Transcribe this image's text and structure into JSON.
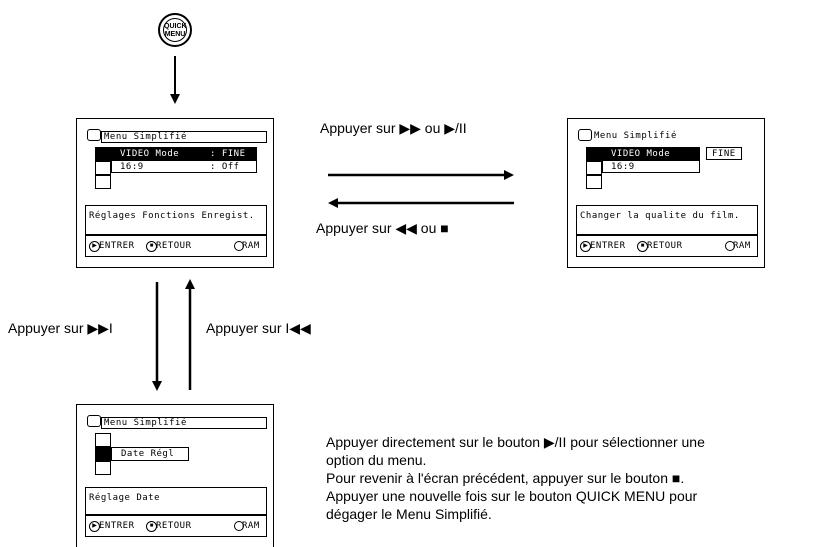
{
  "quick_menu_button": {
    "line1": "QUICK",
    "line2": "MENU"
  },
  "screens": {
    "left": {
      "title": "Menu Simplifié",
      "rows": [
        {
          "name": "VIDEO Mode",
          "value": ": FINE"
        },
        {
          "name": "16:9",
          "value": ": Off"
        }
      ],
      "message": "Réglages Fonctions Enregist.",
      "footer_enter": "ENTRER",
      "footer_back": "RETOUR",
      "footer_right": "RAM"
    },
    "right": {
      "title": "Menu Simplifié",
      "rows": [
        {
          "name": "VIDEO Mode",
          "value": "FINE"
        },
        {
          "name": "16:9",
          "value": ""
        }
      ],
      "message": "Changer la qualite du film.",
      "footer_enter": "ENTRER",
      "footer_back": "RETOUR",
      "footer_right": "RAM"
    },
    "bottom": {
      "title": "Menu Simplifié",
      "rows": [
        {
          "name": "Date Régl",
          "value": ""
        }
      ],
      "message": "Réglage Date",
      "footer_enter": "ENTRER",
      "footer_back": "RETOUR",
      "footer_right": "RAM"
    }
  },
  "arrows": {
    "forward": "Appuyer sur ▶▶ ou ▶/II",
    "backward": "Appuyer sur ◀◀ ou ■",
    "down": "Appuyer sur ▶▶I",
    "up": "Appuyer sur I◀◀"
  },
  "instructions": {
    "line1": "Appuyer directement sur le bouton ▶/II pour sélectionner une",
    "line2": "option du menu.",
    "line3": "Pour revenir à l'écran précédent, appuyer sur le bouton ■.",
    "line4": "Appuyer une nouvelle fois sur le bouton QUICK MENU pour",
    "line5": "dégager le Menu Simplifié."
  }
}
